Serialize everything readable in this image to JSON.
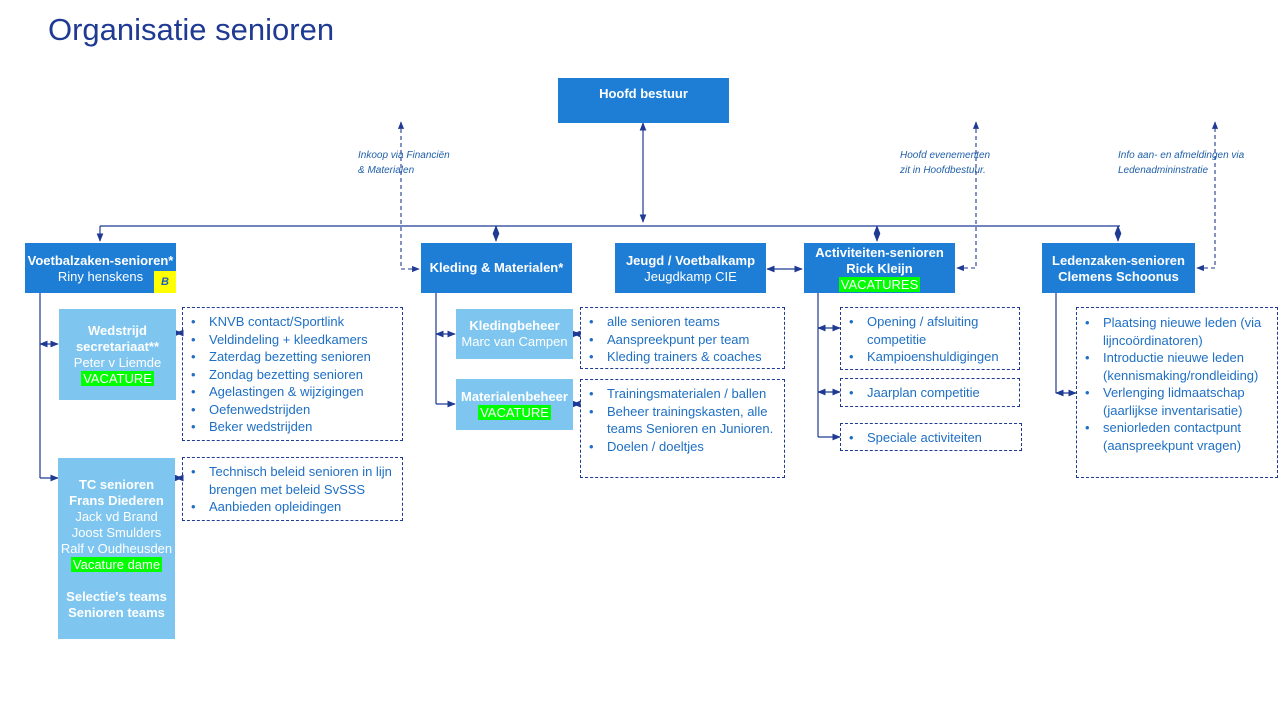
{
  "title": "Organisatie senioren",
  "colors": {
    "box": "#1e7ed6",
    "box_light": "#7ec6f0",
    "vacancy": "#00ff00",
    "badge": "#ffff00",
    "line": "#1f3a93",
    "bullet_text": "#1e6fc4"
  },
  "head": {
    "label": "Hoofd bestuur"
  },
  "notes": {
    "inkoop": [
      "Inkoop via Financiën",
      "& Materialen"
    ],
    "evenementen": [
      "Hoofd evenementen",
      "zit in Hoofdbestuur."
    ],
    "leden": [
      "Info aan- en afmeldingen via",
      "Ledenadmininstratie"
    ]
  },
  "voetbal": {
    "title": "Voetbalzaken-senioren*",
    "person": "Riny henskens",
    "badge": "B",
    "wedstrijd": {
      "title1": "Wedstrijd",
      "title2": "secretariaat**",
      "person": "Peter v Liemde",
      "vacancy": "VACATURE"
    },
    "wedstrijd_tasks": [
      "KNVB contact/Sportlink",
      "Veldindeling + kleedkamers",
      "Zaterdag bezetting senioren",
      "Zondag bezetting senioren",
      "Agelastingen & wijzigingen",
      "Oefenwedstrijden",
      "Beker wedstrijden"
    ],
    "tc": {
      "title": "TC senioren",
      "lead": "Frans Diederen",
      "members": [
        "Jack vd Brand",
        "Joost Smulders",
        "Ralf v Oudheusden"
      ],
      "vacancy": "Vacature dame",
      "sub1": "Selectie's teams",
      "sub2": "Senioren teams"
    },
    "tc_tasks": [
      "Technisch beleid senioren in lijn brengen met beleid SvSSS",
      "Aanbieden opleidingen"
    ]
  },
  "kleding": {
    "title": "Kleding & Materialen*",
    "kledingbeheer": {
      "title": "Kledingbeheer",
      "person": "Marc van Campen"
    },
    "kleding_tasks": [
      "alle senioren teams",
      "Aanspreekpunt per team",
      "Kleding trainers & coaches"
    ],
    "materialenbeheer": {
      "title": "Materialenbeheer",
      "vacancy": "VACATURE"
    },
    "materialen_tasks": [
      "Trainingsmaterialen / ballen",
      "Beheer trainingskasten, alle teams Senioren en Junioren.",
      "Doelen / doeltjes"
    ]
  },
  "jeugd": {
    "title": "Jeugd / Voetbalkamp",
    "sub": "Jeugdkamp CIE"
  },
  "activiteiten": {
    "title": "Activiteiten-senioren",
    "person": "Rick Kleijn",
    "vacancy": "VACATURES",
    "tasks_a": [
      "Opening / afsluiting competitie",
      "Kampioenshuldigingen"
    ],
    "tasks_b": [
      "Jaarplan competitie"
    ],
    "tasks_c": [
      "Speciale activiteiten"
    ]
  },
  "leden": {
    "title": "Ledenzaken-senioren",
    "person": "Clemens Schoonus",
    "tasks": [
      "Plaatsing nieuwe leden (via lijncoördinatoren)",
      "Introductie nieuwe leden (kennismaking/rondleiding)",
      "Verlenging lidmaatschap (jaarlijkse inventarisatie)",
      "seniorleden contactpunt (aanspreekpunt vragen)"
    ]
  }
}
